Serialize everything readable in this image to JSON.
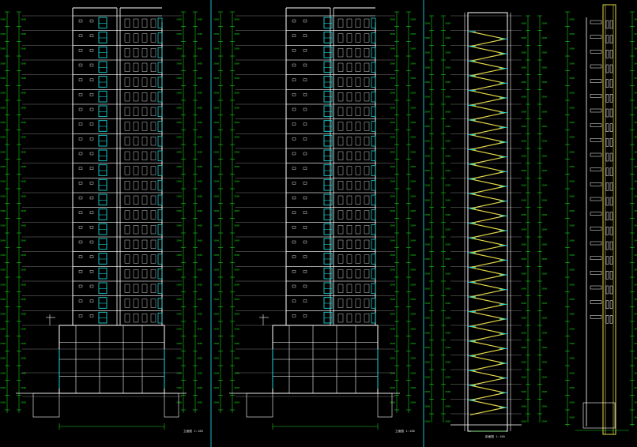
{
  "drawing": {
    "background": "#000000",
    "colors": {
      "wall": "#ffffff",
      "dimension": "#18d018",
      "window": "#19d3d3",
      "stair": "#e3d84a",
      "level_line": "#b0b0b0",
      "divider": "#1fb8c8",
      "text": "#e8e8e8"
    },
    "floor_count": 21,
    "podium_floor_count": 4,
    "panels": [
      {
        "id": "elevation-a",
        "caption": "立面图 1:100"
      },
      {
        "id": "elevation-b",
        "caption": "立面图 1:100"
      },
      {
        "id": "stair-section",
        "caption": "剖面图 1:100"
      },
      {
        "id": "side-elevation",
        "caption": ""
      }
    ]
  }
}
